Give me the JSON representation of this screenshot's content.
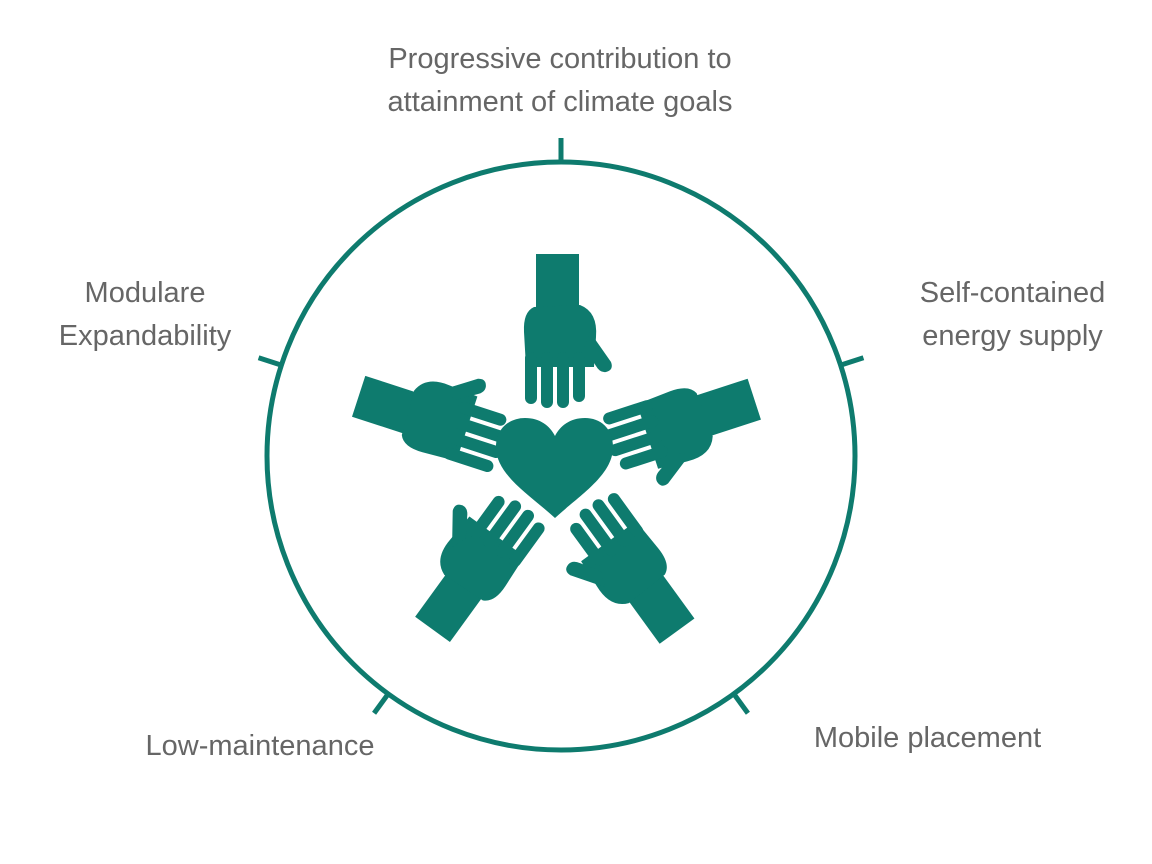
{
  "colors": {
    "accent": "#0e7b6e",
    "text": "#666666"
  },
  "labels": {
    "top": [
      "Progressive contribution to",
      "attainment of climate goals"
    ],
    "right": [
      "Self-contained",
      "energy supply"
    ],
    "bottom_right": [
      "Mobile placement"
    ],
    "bottom_left": [
      "Low-maintenance"
    ],
    "left": [
      "Modulare",
      "Expandability"
    ]
  },
  "center_icons": [
    "hand-icon",
    "hand-icon",
    "hand-icon",
    "hand-icon",
    "hand-icon",
    "heart-icon"
  ]
}
